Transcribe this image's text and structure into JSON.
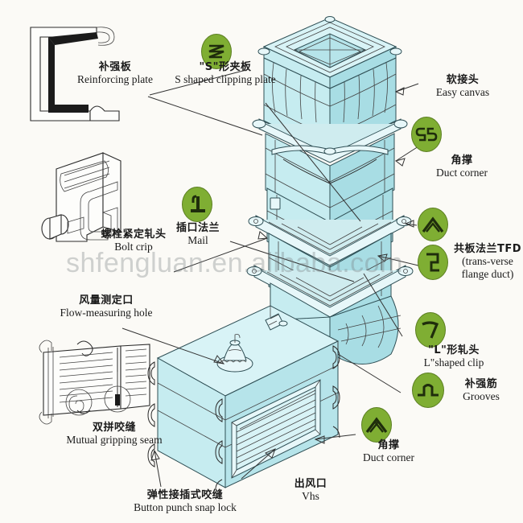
{
  "diagram": {
    "title": "Air duct components illustration",
    "watermark": "shfengluan.en.alibaba.com",
    "background_color": "#fbfaf6",
    "duct_color": "#c6ecf0",
    "badge_color": "#7fae33",
    "badge_outline_color": "#5c7f22"
  },
  "labels": [
    {
      "id": "reinforcing-plate",
      "cn": "补强板",
      "en": "Reinforcing plate"
    },
    {
      "id": "s-shaped-clipping",
      "cn": "\"S\"形夹板",
      "en": "S shaped clipping plate"
    },
    {
      "id": "easy-canvas",
      "cn": "软接头",
      "en": "Easy canvas"
    },
    {
      "id": "duct-corner-top",
      "cn": "角撑",
      "en": "Duct corner"
    },
    {
      "id": "bolt-crip",
      "cn": "螺栓紧定轧头",
      "en": "Bolt crip"
    },
    {
      "id": "mail",
      "cn": "插口法兰",
      "en": "Mail"
    },
    {
      "id": "tfd-flange",
      "cn": "共板法兰TFD",
      "en": "(trans-verse",
      "en2": "flange duct)"
    },
    {
      "id": "l-shaped-clip",
      "cn": "\"L\"形轧头",
      "en": "L\"shaped clip"
    },
    {
      "id": "grooves",
      "cn": "补强筋",
      "en": "Grooves"
    },
    {
      "id": "flow-measuring-hole",
      "cn": "风量测定口",
      "en": "Flow-measuring hole"
    },
    {
      "id": "mutual-gripping-seam",
      "cn": "双拼咬缝",
      "en": "Mutual gripping seam"
    },
    {
      "id": "button-punch-snap",
      "cn": "弹性接插式咬缝",
      "en": "Button punch snap lock"
    },
    {
      "id": "vhs",
      "cn": "出风口",
      "en": "Vhs"
    },
    {
      "id": "duct-corner-bottom",
      "cn": "角撑",
      "en": "Duct corner"
    }
  ],
  "badges": [
    {
      "id": "badge-s-clip",
      "icon": "s-zigzag-icon",
      "for": "s-shaped-clipping"
    },
    {
      "id": "badge-duct-corner-a",
      "icon": "double-hook-icon",
      "for": "duct-corner-top"
    },
    {
      "id": "badge-mail",
      "icon": "l-flange-icon",
      "for": "mail"
    },
    {
      "id": "badge-chevron-a",
      "icon": "chevron-brace-icon",
      "for": "tfd-flange"
    },
    {
      "id": "badge-tfd",
      "icon": "tfd-hook-icon",
      "for": "tfd-flange"
    },
    {
      "id": "badge-l-clip",
      "icon": "l-hook-icon",
      "for": "l-shaped-clip"
    },
    {
      "id": "badge-grooves",
      "icon": "groove-bump-icon",
      "for": "grooves"
    },
    {
      "id": "badge-chevron-b",
      "icon": "chevron-brace-icon",
      "for": "duct-corner-bottom"
    }
  ]
}
